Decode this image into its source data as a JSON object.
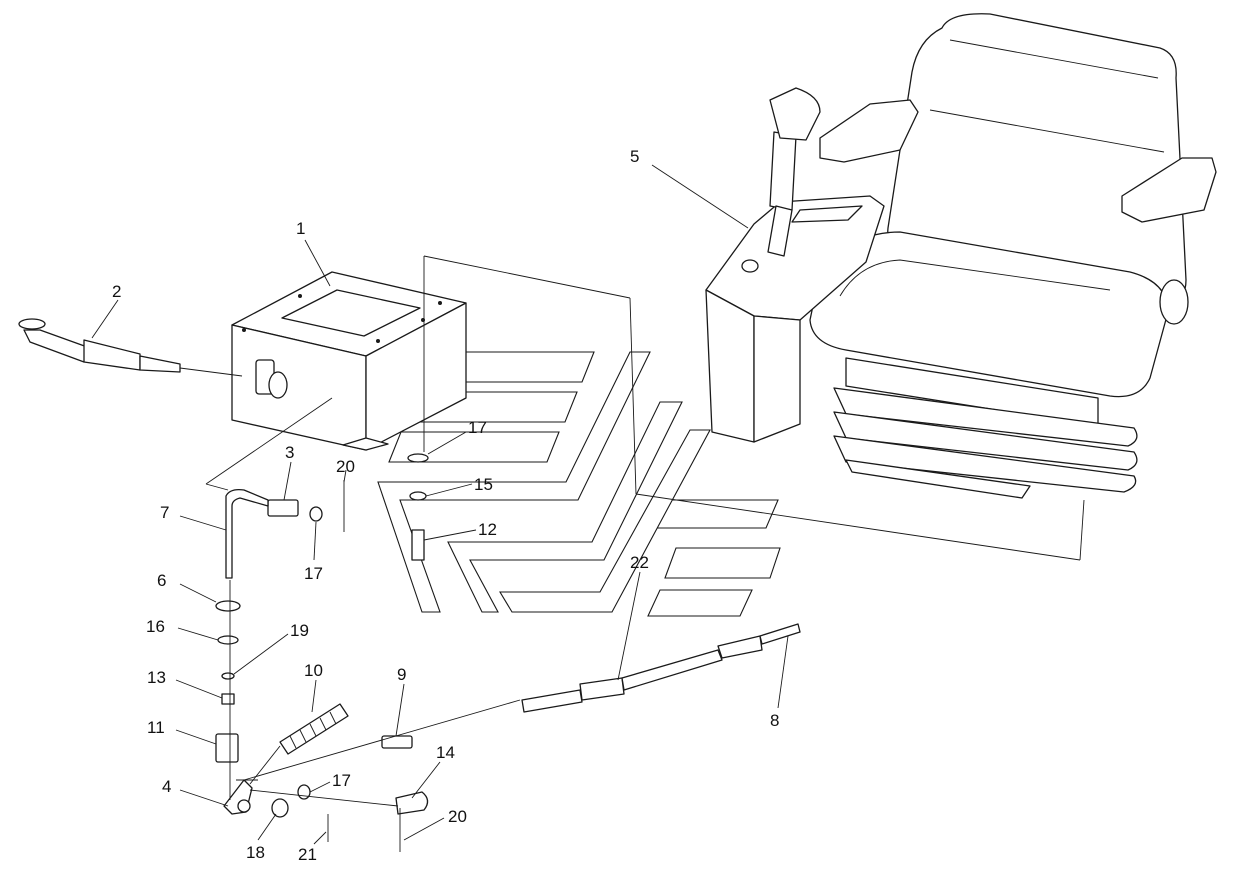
{
  "diagram": {
    "callouts": [
      {
        "id": "c1",
        "text": "1"
      },
      {
        "id": "c2",
        "text": "2"
      },
      {
        "id": "c3",
        "text": "3"
      },
      {
        "id": "c4",
        "text": "4"
      },
      {
        "id": "c5",
        "text": "5"
      },
      {
        "id": "c6",
        "text": "6"
      },
      {
        "id": "c7",
        "text": "7"
      },
      {
        "id": "c8",
        "text": "8"
      },
      {
        "id": "c9",
        "text": "9"
      },
      {
        "id": "c10",
        "text": "10"
      },
      {
        "id": "c11",
        "text": "11"
      },
      {
        "id": "c12",
        "text": "12"
      },
      {
        "id": "c13",
        "text": "13"
      },
      {
        "id": "c14",
        "text": "14"
      },
      {
        "id": "c15",
        "text": "15"
      },
      {
        "id": "c16",
        "text": "16"
      },
      {
        "id": "c17a",
        "text": "17"
      },
      {
        "id": "c17b",
        "text": "17"
      },
      {
        "id": "c17c",
        "text": "17"
      },
      {
        "id": "c18",
        "text": "18"
      },
      {
        "id": "c19",
        "text": "19"
      },
      {
        "id": "c20a",
        "text": "20"
      },
      {
        "id": "c20b",
        "text": "20"
      },
      {
        "id": "c21",
        "text": "21"
      },
      {
        "id": "c22",
        "text": "22"
      }
    ]
  }
}
